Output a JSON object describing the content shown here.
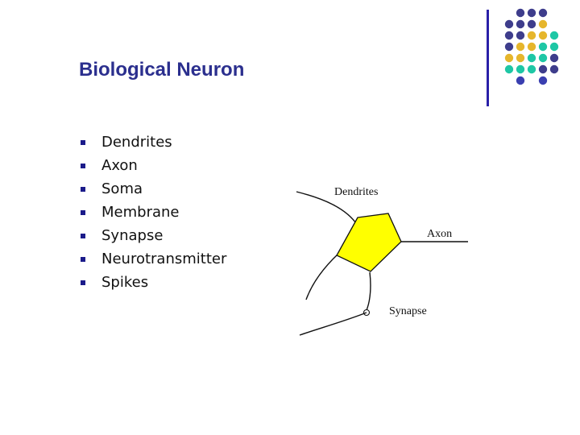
{
  "slide": {
    "title": "Biological Neuron",
    "bullets": [
      "Dendrites",
      "Axon",
      "Soma",
      "Membrane",
      "Synapse",
      "Neurotransmitter",
      "Spikes"
    ]
  },
  "diagram": {
    "labels": {
      "dendrites": "Dendrites",
      "axon": "Axon",
      "synapse": "Synapse"
    },
    "soma_color": "#ffff00"
  },
  "decor": {
    "colors": {
      "purple": "#3e3d8c",
      "yellow": "#e6b62c",
      "teal": "#1ec7a5",
      "blue": "#3a3fb0",
      "divider": "#2a20a8"
    }
  }
}
